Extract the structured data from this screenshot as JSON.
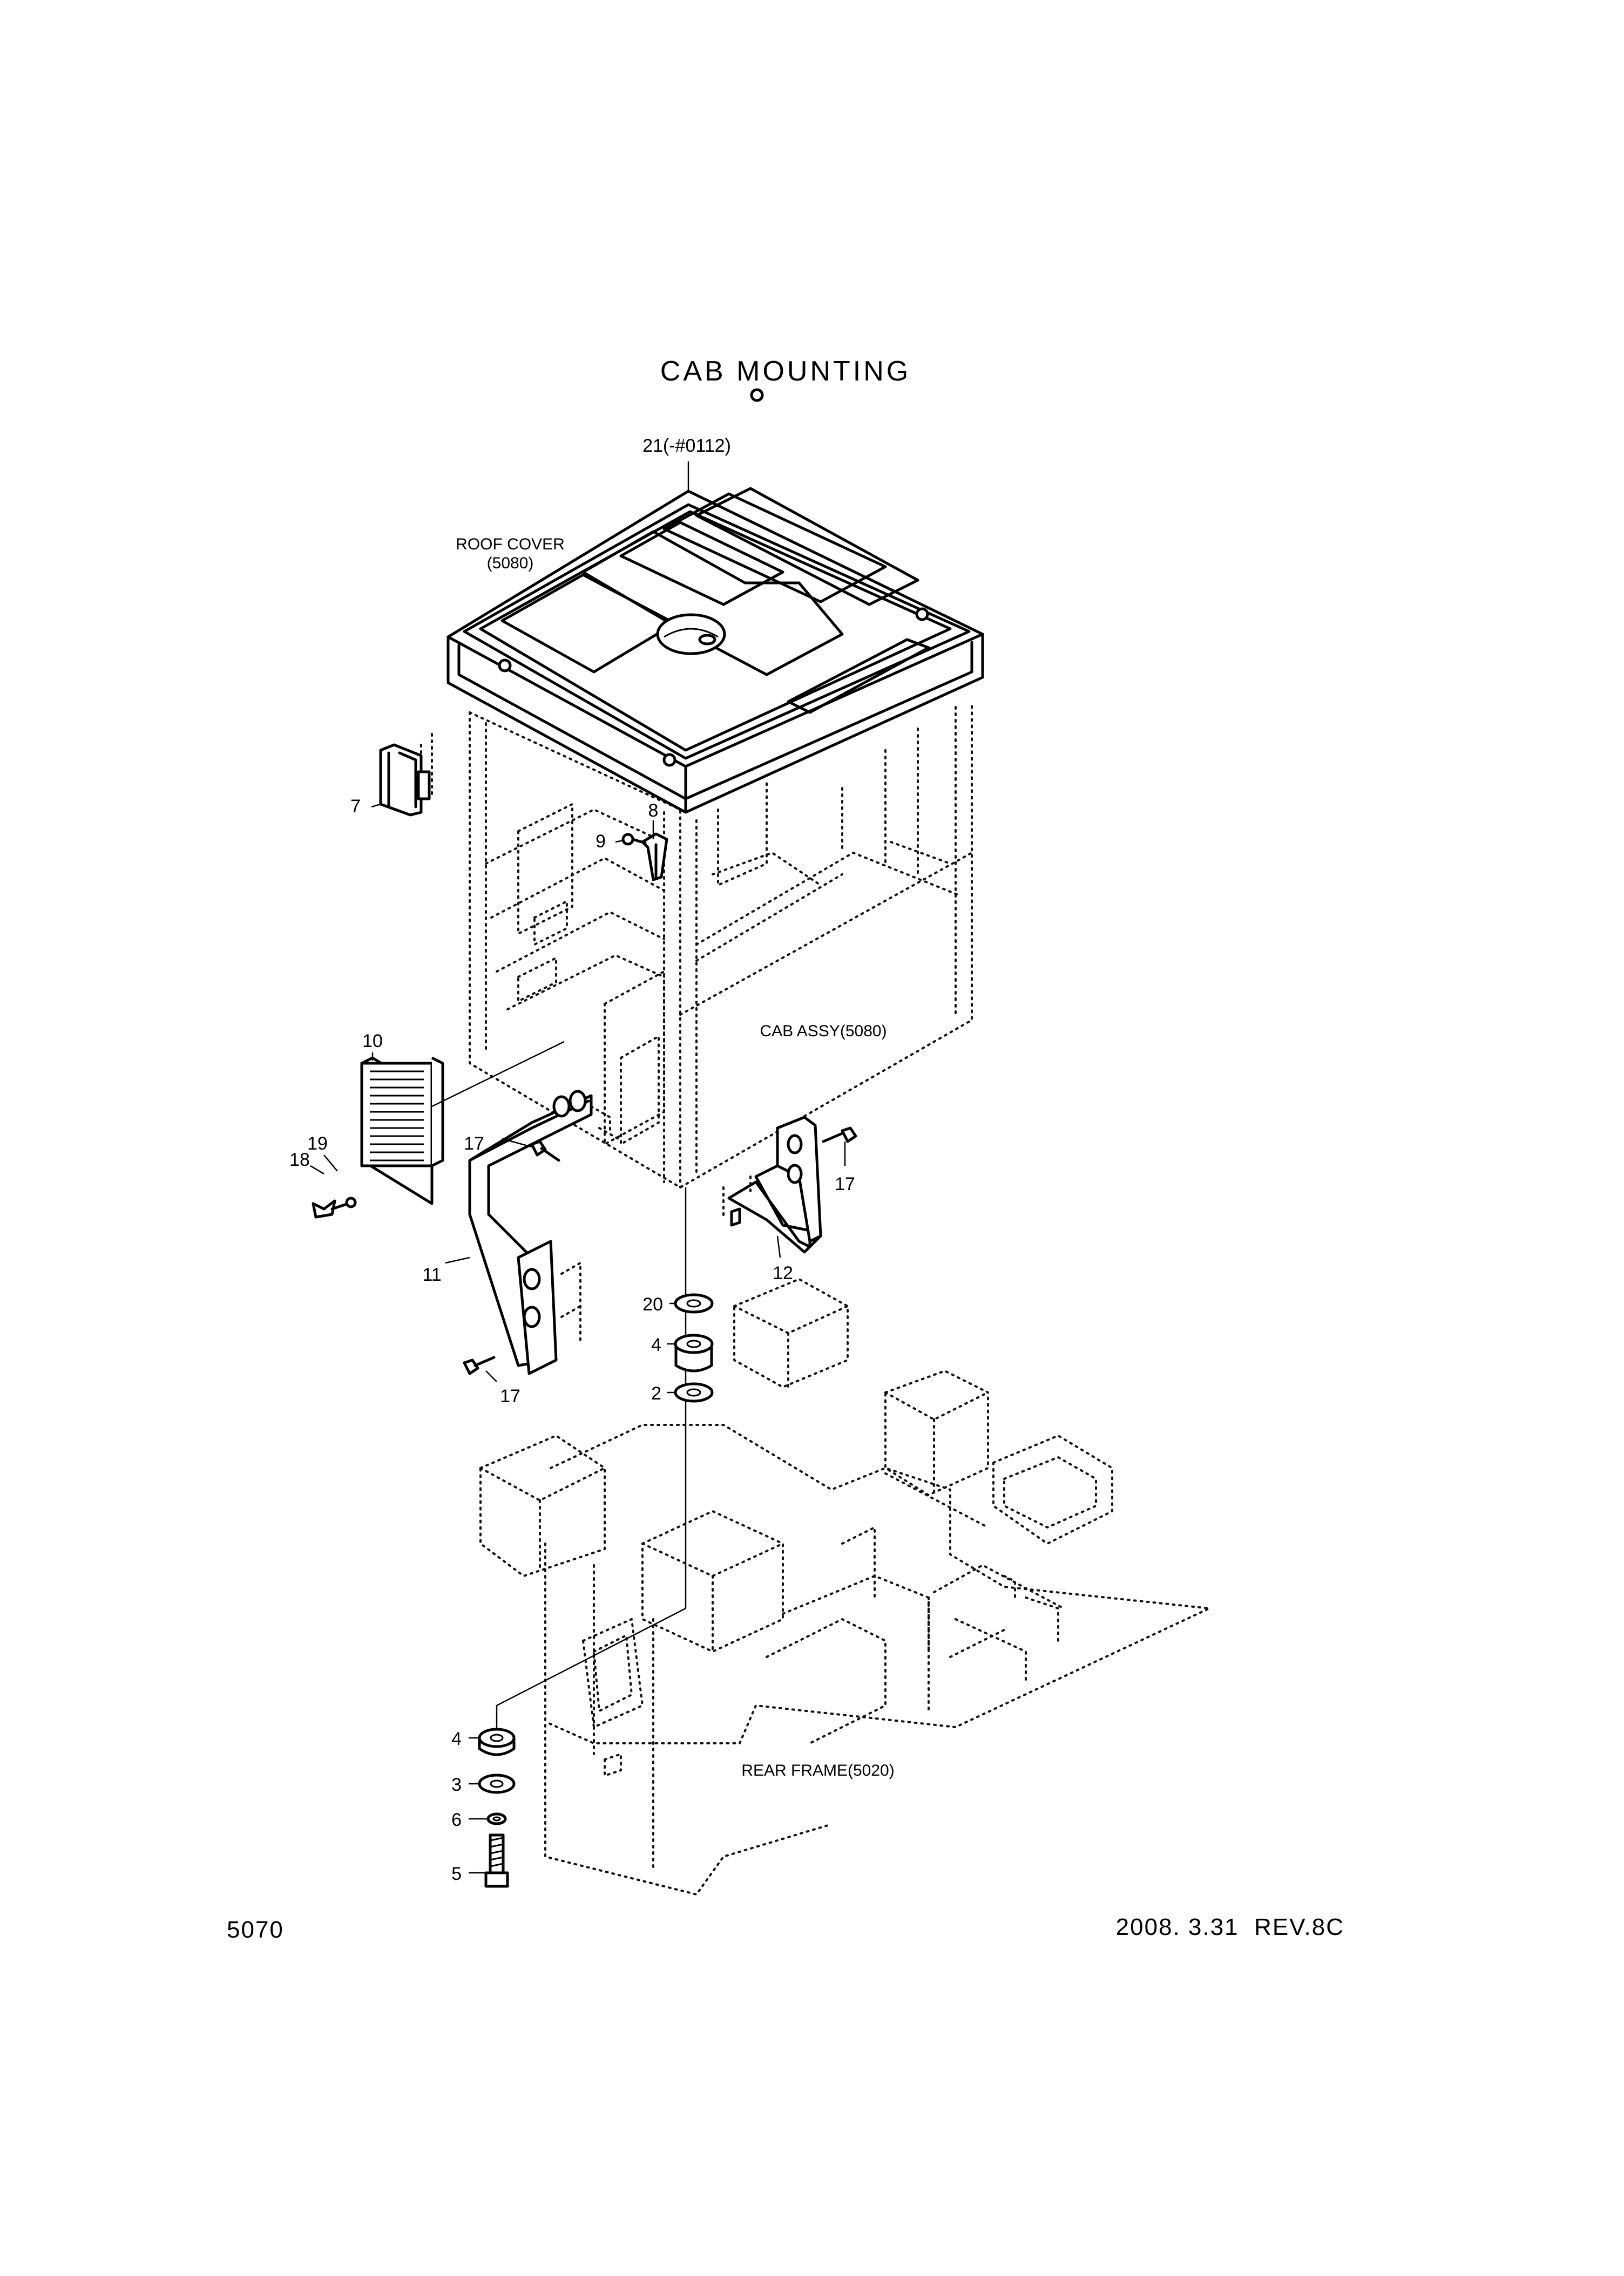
{
  "title": "CAB MOUNTING",
  "page_number": "5070",
  "revision": "2008. 3.31  REV.8C",
  "labels": {
    "roof_cover": "ROOF COVER",
    "roof_cover_ref": "(5080)",
    "cab_assy": "CAB ASSY(5080)",
    "rear_frame": "REAR FRAME(5020)"
  },
  "callouts": {
    "c21": "21(-#0112)",
    "c7": "7",
    "c8": "8",
    "c9": "9",
    "c10": "10",
    "c19": "19",
    "c18": "18",
    "c17a": "17",
    "c17b": "17",
    "c17c": "17",
    "c11": "11",
    "c12": "12",
    "c20": "20",
    "c4a": "4",
    "c2": "2",
    "c4b": "4",
    "c3": "3",
    "c6": "6",
    "c5": "5"
  }
}
